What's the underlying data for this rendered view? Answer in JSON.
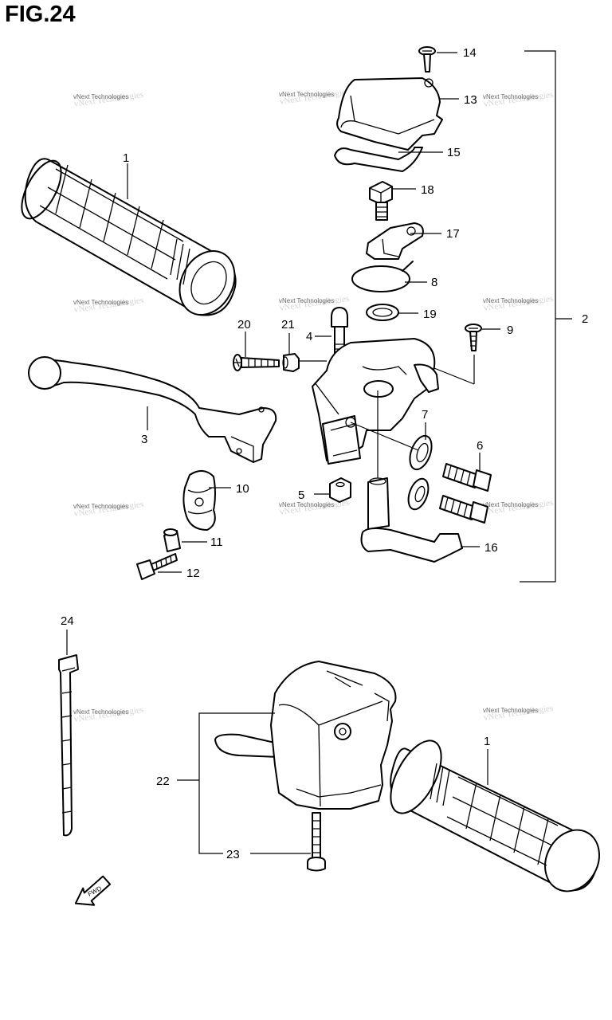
{
  "title": "FIG.24",
  "watermark": "vNext Technologies",
  "fwd_label": "FWD",
  "callouts": [
    "1",
    "2",
    "3",
    "4",
    "5",
    "6",
    "7",
    "8",
    "9",
    "10",
    "11",
    "12",
    "13",
    "14",
    "15",
    "16",
    "17",
    "18",
    "19",
    "20",
    "21",
    "22",
    "23",
    "24"
  ],
  "callout_1b": "1"
}
